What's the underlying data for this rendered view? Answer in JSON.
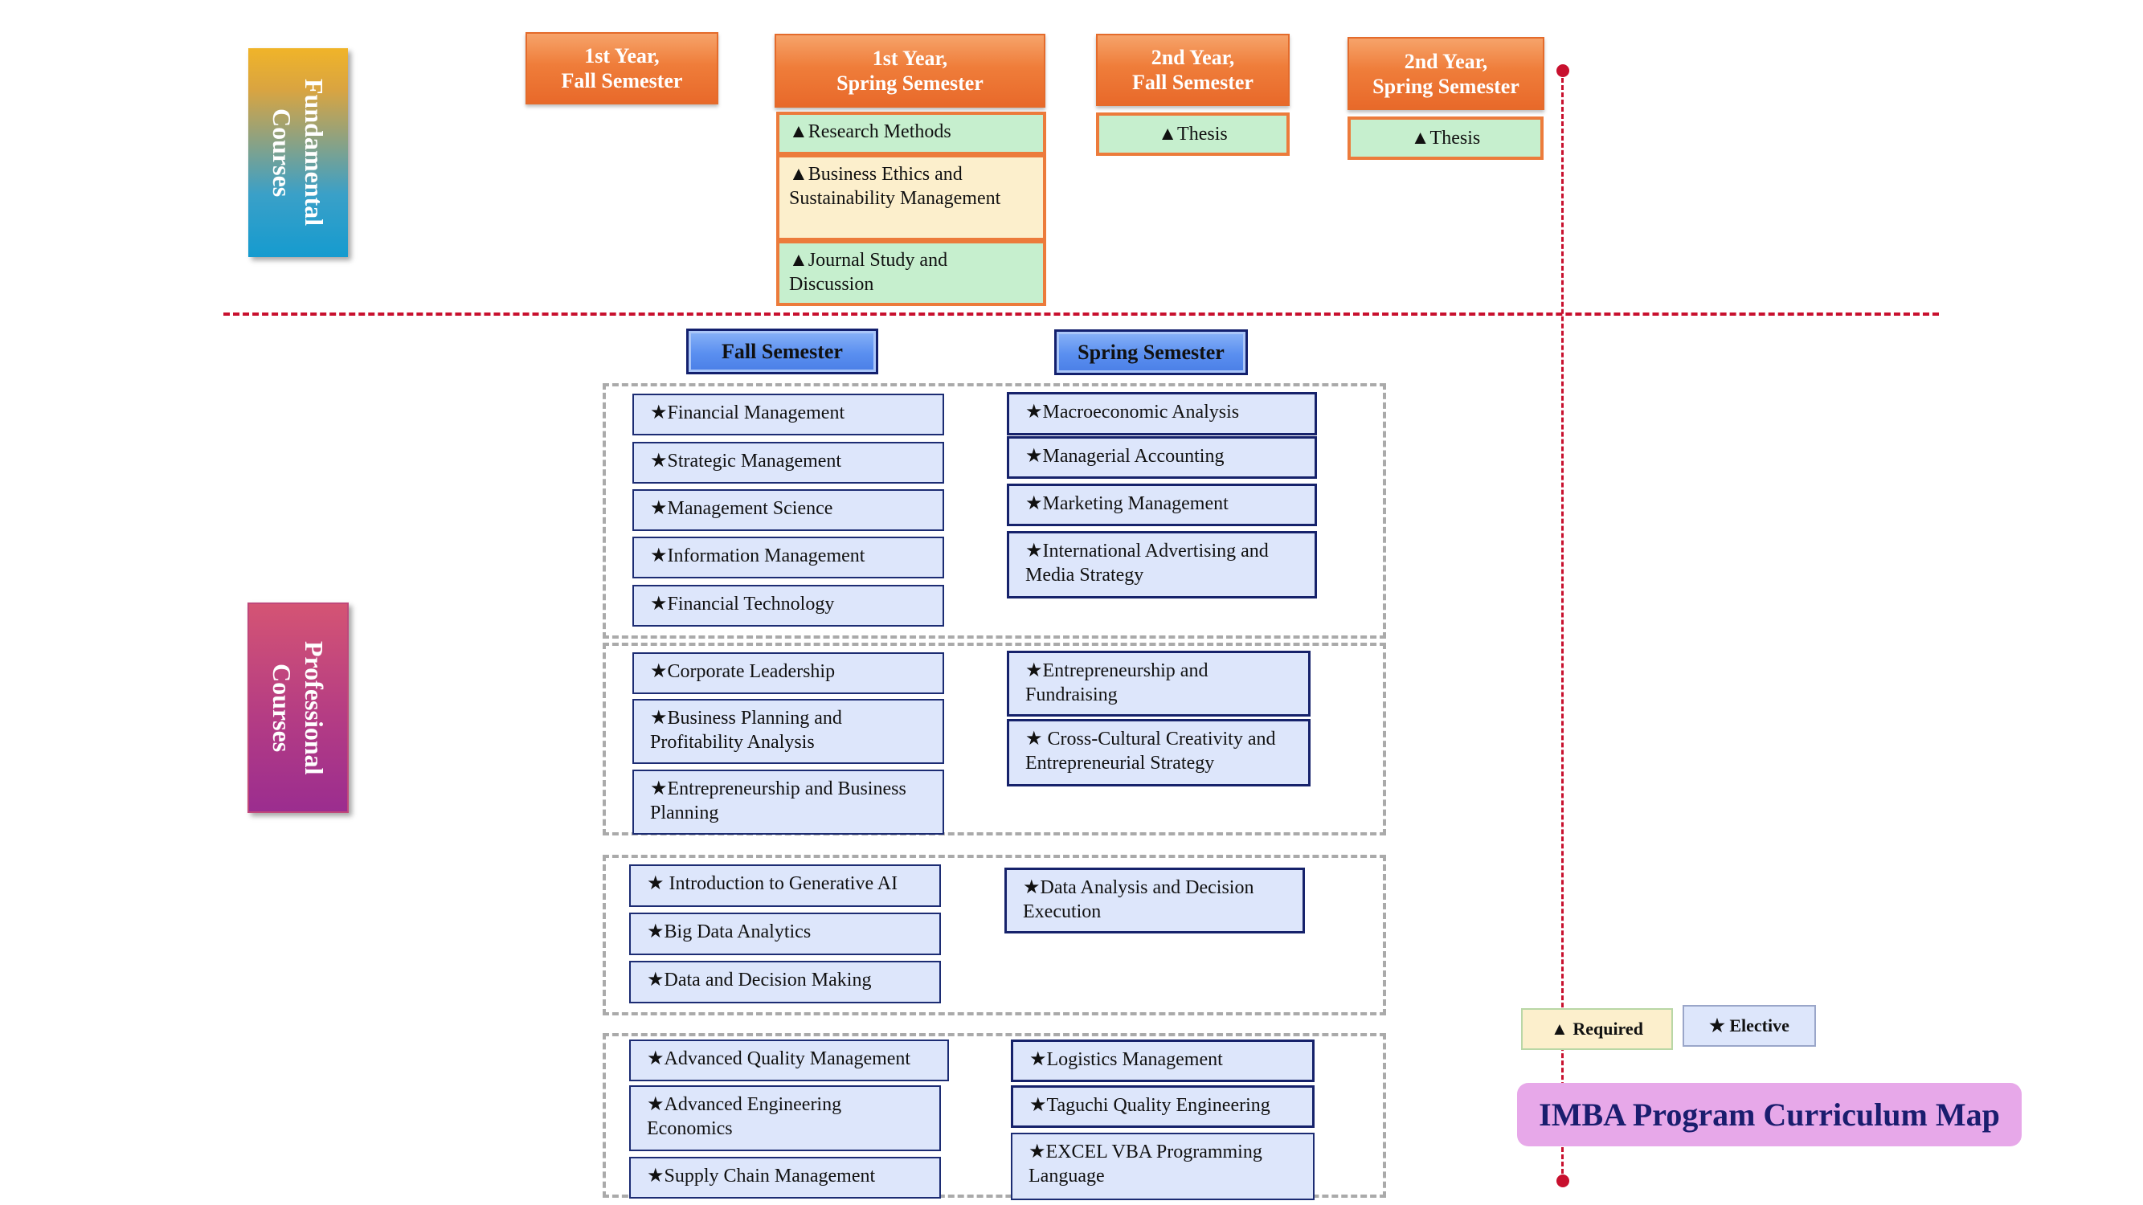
{
  "categories": {
    "fundamental": "Fundamental Courses",
    "professional": "Professional Courses"
  },
  "fundamental": {
    "headers": [
      {
        "line1": "1st Year,",
        "line2": "Fall Semester"
      },
      {
        "line1": "1st Year,",
        "line2": "Spring Semester"
      },
      {
        "line1": "2nd Year,",
        "line2": "Fall Semester"
      },
      {
        "line1": "2nd Year,",
        "line2": "Spring Semester"
      }
    ],
    "courses_y1_spring": [
      {
        "label": "▲Research Methods"
      },
      {
        "label": "▲Business Ethics and Sustainability Management"
      },
      {
        "label": "▲Journal Study and Discussion"
      }
    ],
    "courses_y2_fall": [
      {
        "label": "▲Thesis"
      }
    ],
    "courses_y2_spring": [
      {
        "label": "▲Thesis"
      }
    ]
  },
  "professional": {
    "fall_tab": "Fall Semester",
    "spring_tab": "Spring Semester",
    "group1": {
      "fall": [
        "★Financial Management",
        "★Strategic Management",
        "★Management Science",
        "★Information Management",
        "★Financial Technology"
      ],
      "spring": [
        "★Macroeconomic Analysis",
        "★Managerial Accounting",
        "★Marketing Management",
        "★International Advertising and Media Strategy"
      ]
    },
    "group2": {
      "fall": [
        "★Corporate Leadership",
        "★Business Planning and Profitability Analysis",
        "★Entrepreneurship and Business Planning"
      ],
      "spring": [
        "★Entrepreneurship and Fundraising",
        "★ Cross-Cultural Creativity and Entrepreneurial Strategy"
      ]
    },
    "group3": {
      "fall": [
        "★ Introduction to Generative AI",
        "★Big Data Analytics",
        "★Data and Decision Making"
      ],
      "spring": [
        "★Data Analysis and Decision Execution"
      ]
    },
    "group4": {
      "fall": [
        "★Advanced Quality Management",
        "★Advanced Engineering Economics",
        "★Supply Chain Management"
      ],
      "spring": [
        "★Logistics Management",
        "★Taguchi Quality Engineering",
        "★EXCEL VBA Programming Language"
      ]
    }
  },
  "legend": {
    "required": "▲ Required",
    "elective": "★ Elective",
    "required_color": "#fcefcc",
    "elective_color": "#dde6fb"
  },
  "title": "IMBA Program Curriculum Map",
  "colors": {
    "divider": "#c8102e",
    "header_orange": "#ef7d3a",
    "tab_blue": "#5a8ff0",
    "title_bg": "#e7a8e9"
  }
}
